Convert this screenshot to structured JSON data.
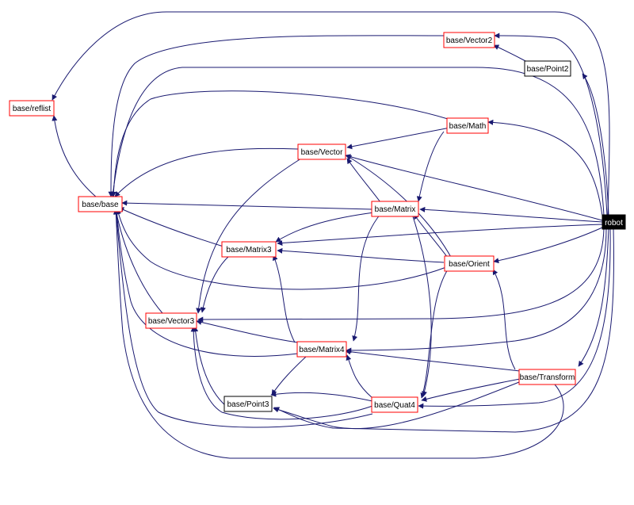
{
  "diagram": {
    "colors": {
      "edge": "#191970",
      "node_border": "#ff0000",
      "plain_border": "#000000",
      "root_fill": "#000000",
      "root_text": "#ffffff"
    },
    "nodes": {
      "reflist": {
        "label": "base/reflist"
      },
      "base": {
        "label": "base/base"
      },
      "vector2": {
        "label": "base/Vector2"
      },
      "point2": {
        "label": "base/Point2"
      },
      "math": {
        "label": "base/Math"
      },
      "vector": {
        "label": "base/Vector"
      },
      "matrix": {
        "label": "base/Matrix"
      },
      "robot": {
        "label": "robot"
      },
      "matrix3": {
        "label": "base/Matrix3"
      },
      "orient": {
        "label": "base/Orient"
      },
      "vector3": {
        "label": "base/Vector3"
      },
      "matrix4": {
        "label": "base/Matrix4"
      },
      "transform": {
        "label": "base/Transform"
      },
      "point3": {
        "label": "base/Point3"
      },
      "quat4": {
        "label": "base/Quat4"
      }
    }
  }
}
